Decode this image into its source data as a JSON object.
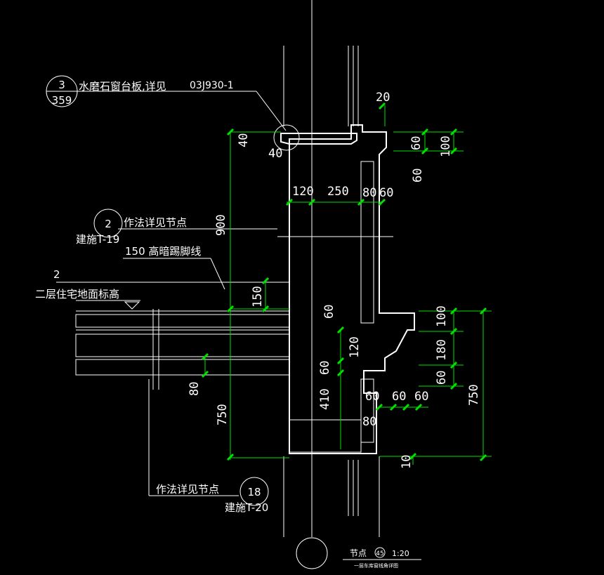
{
  "callouts": {
    "c1_top": "3",
    "c1_bottom": "359",
    "c1_text": "水磨石窗台板,详见",
    "c1_code": "03J930-1",
    "c2_num": "2",
    "c2_text": "作法详见节点",
    "c2_sheet": "建施T-19",
    "baseboard": "150  高暗踢脚线",
    "level_num": "2",
    "level_text": "二层住宅地面标高",
    "c3_text": "作法详见节点",
    "c3_num": "18",
    "c3_sheet": "建施T-20"
  },
  "dims": {
    "d20": "20",
    "d40a": "40",
    "d40b": "40",
    "d60a": "60",
    "d100a": "100",
    "d60b": "60",
    "d120a": "120",
    "d250": "250",
    "d80a": "80",
    "d60c": "60",
    "d900": "900",
    "d150": "150",
    "d60d": "60",
    "d120b": "120",
    "d60e": "60",
    "d410": "410",
    "d100b": "100",
    "d180": "180",
    "d60f": "60",
    "d750a": "750",
    "d60g": "60",
    "d60h": "60",
    "d60i": "60",
    "d80b": "80",
    "d80c": "80",
    "d750b": "750",
    "d10": "10"
  },
  "footer": {
    "label": "节点",
    "num": "45",
    "scale": "1:20",
    "sub": "一层车库窗线角详图"
  }
}
